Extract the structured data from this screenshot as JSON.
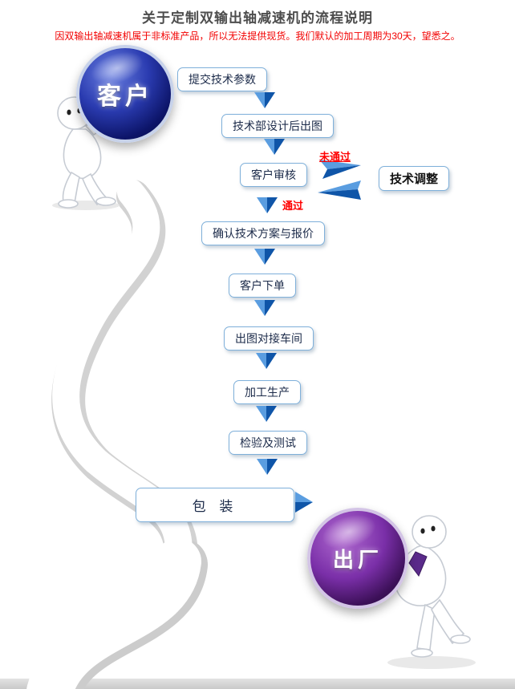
{
  "page": {
    "title": "关于定制双输出轴减速机的流程说明",
    "notice": "因双输出轴减速机属于非标准产品，所以无法提供现货。我们默认的加工周期为30天，望悉之。"
  },
  "flow": {
    "steps": [
      {
        "label": "提交技术参数"
      },
      {
        "label": "技术部设计后出图"
      },
      {
        "label": "客户审核"
      },
      {
        "label": "确认技术方案与报价"
      },
      {
        "label": "客户下单"
      },
      {
        "label": "出图对接车间"
      },
      {
        "label": "加工生产"
      },
      {
        "label": "检验及测试"
      },
      {
        "label": "包 装"
      }
    ],
    "side_step": {
      "label": "技术调整"
    },
    "labels": {
      "fail": "未通过",
      "pass": "通过"
    }
  },
  "figures": {
    "customer_sphere": "客户",
    "factory_sphere": "出厂"
  },
  "colors": {
    "arrow_light": "#5a9de0",
    "arrow_dark": "#0f55a8",
    "box_border": "#7fb0da",
    "notice_red": "#f20000",
    "label_red": "#ff0000",
    "customer_sphere_dark": "#0c1468",
    "factory_sphere_dark": "#3c1058",
    "road_white": "#ffffff",
    "road_shadow": "#d2d2d2"
  }
}
